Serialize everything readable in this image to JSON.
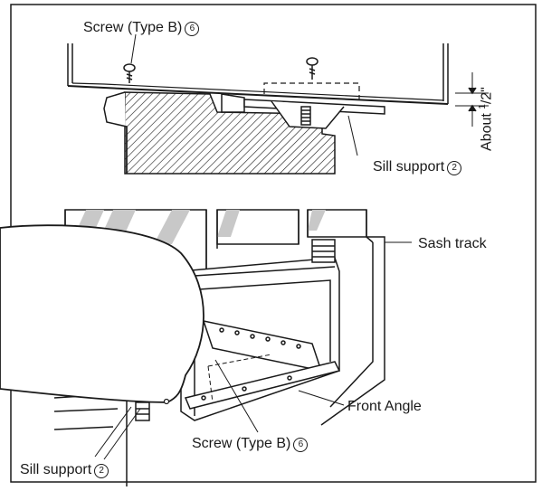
{
  "labels": {
    "screw_top": "Screw (Type B)",
    "screw_top_num": "6",
    "about": "About",
    "about_fraction_num": "1",
    "about_fraction_den": "2\"",
    "sill_support_top": "Sill support",
    "sill_support_top_num": "2",
    "sash_track": "Sash track",
    "front_angle": "Front Angle",
    "screw_bottom": "Screw (Type B)",
    "screw_bottom_num": "6",
    "sill_support_bottom": "Sill support",
    "sill_support_bottom_num": "2"
  },
  "colors": {
    "line": "#1a1a1a",
    "glass": "#c8c8c8",
    "background": "#ffffff"
  }
}
